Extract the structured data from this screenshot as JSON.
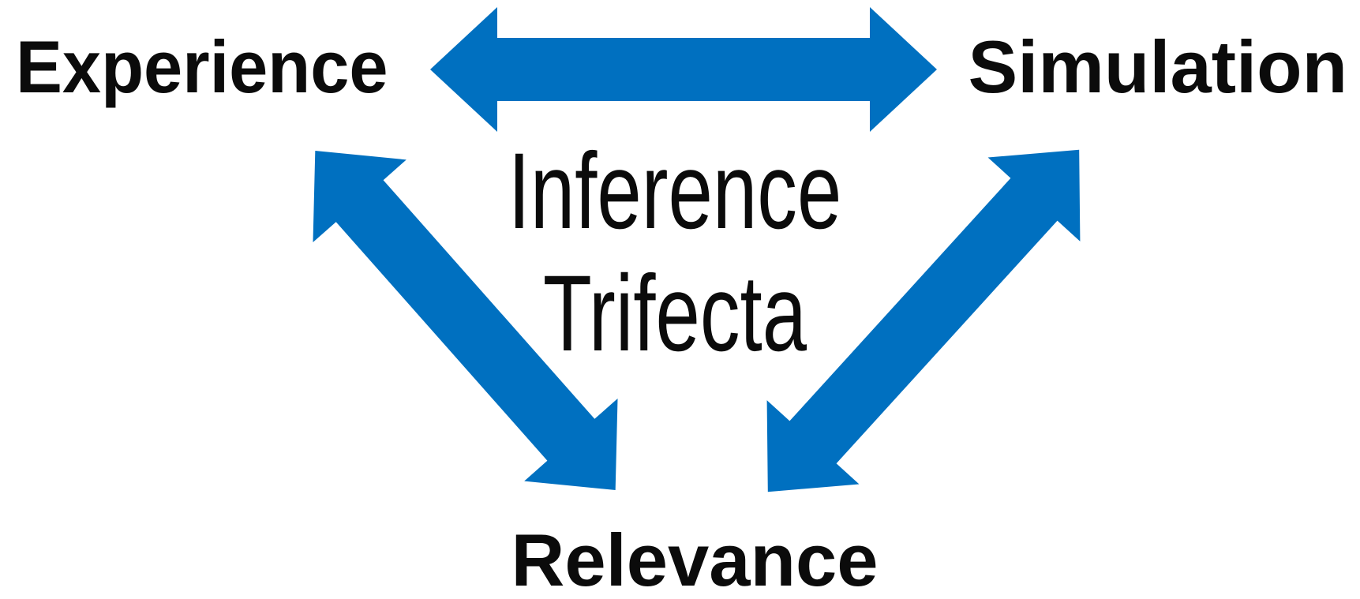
{
  "colors": {
    "arrow": "#0070C0",
    "text": "#0b0b0b",
    "background": "#ffffff"
  },
  "nodes": {
    "experience": {
      "label": "Experience"
    },
    "simulation": {
      "label": "Simulation"
    },
    "relevance": {
      "label": "Relevance"
    }
  },
  "center_label": {
    "line1": "Inference",
    "line2": "Trifecta"
  },
  "edges": [
    {
      "from": "experience",
      "to": "simulation",
      "style": "double-headed-arrow"
    },
    {
      "from": "experience",
      "to": "relevance",
      "style": "double-headed-arrow"
    },
    {
      "from": "relevance",
      "to": "simulation",
      "style": "double-headed-arrow"
    }
  ]
}
